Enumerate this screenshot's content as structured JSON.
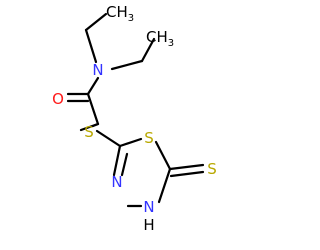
{
  "molecule": {
    "atoms": {
      "methyl_top_c": "CH",
      "methyl_top_sub": "3",
      "methyl_right_c": "CH",
      "methyl_right_sub": "3",
      "amide_n": "N",
      "carbonyl_o": "O",
      "thioether_s": "S",
      "ring_s": "S",
      "ring_n_upper": "N",
      "ring_n_lower": "N",
      "ring_nh_h": "H",
      "thione_s": "S"
    },
    "colors": {
      "nitrogen": "#3333ff",
      "oxygen": "#ff1a1a",
      "sulfur": "#b8a800",
      "bond": "#000000"
    }
  }
}
